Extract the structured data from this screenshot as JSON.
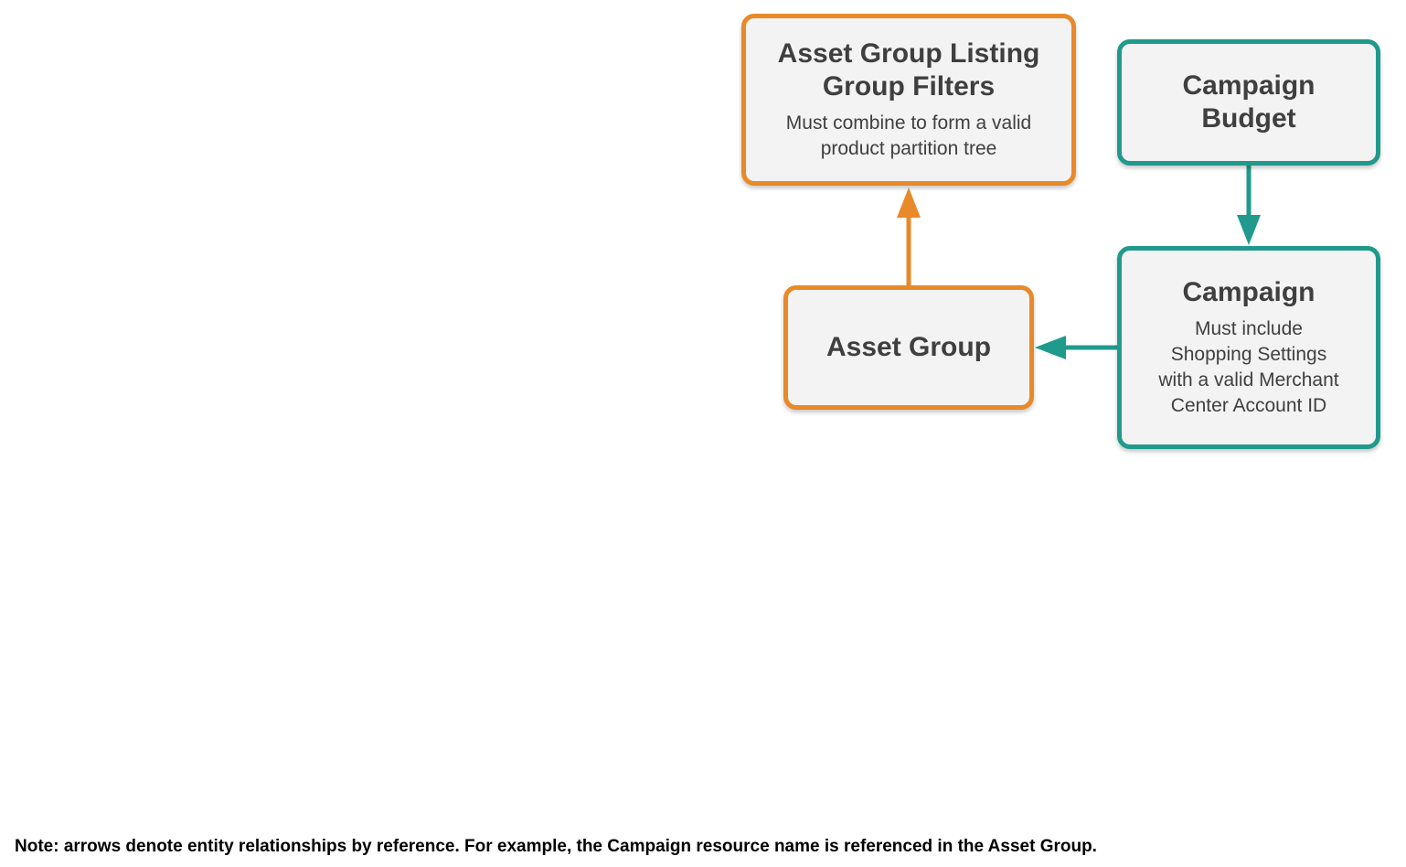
{
  "colors": {
    "orange": "#e8892a",
    "teal": "#1f9a8d",
    "box_fill": "#f3f3f3",
    "text": "#3f3f3f"
  },
  "nodes": {
    "listing_group_filters": {
      "title": "Asset Group Listing\nGroup Filters",
      "description": "Must combine to form a valid\nproduct partition tree",
      "color": "orange"
    },
    "asset_group": {
      "title": "Asset Group",
      "description": "",
      "color": "orange"
    },
    "campaign_budget": {
      "title": "Campaign\nBudget",
      "description": "",
      "color": "teal"
    },
    "campaign": {
      "title": "Campaign",
      "description": "Must include\nShopping Settings\nwith a valid Merchant\nCenter Account ID",
      "color": "teal"
    }
  },
  "edges": [
    {
      "from": "asset_group",
      "to": "listing_group_filters",
      "color": "orange"
    },
    {
      "from": "campaign_budget",
      "to": "campaign",
      "color": "teal"
    },
    {
      "from": "campaign",
      "to": "asset_group",
      "color": "teal"
    }
  ],
  "footnote": "Note: arrows denote entity relationships by reference. For example, the Campaign resource name is referenced in the Asset Group."
}
